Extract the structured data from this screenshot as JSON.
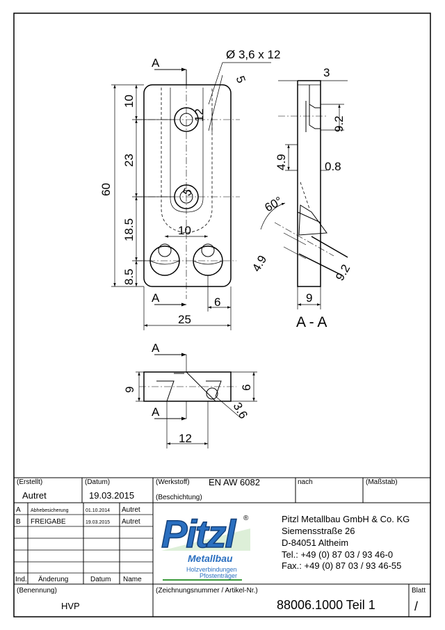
{
  "views": {
    "section_marker": "A",
    "section_label": "A - A",
    "front_dims": {
      "hole_spec": "Ø 3,6 x 12",
      "d5": "5",
      "d10": "10",
      "d12": "12",
      "d23": "23",
      "d60": "60",
      "d5_center": "5",
      "d18_5": "18.5",
      "d10_bottom": "10",
      "d8_5": "8.5",
      "d6": "6",
      "d25": "25"
    },
    "section_dims": {
      "d3": "3",
      "d9_2_top": "9.2",
      "d4_9_top": "4.9",
      "d0_8": "0.8",
      "angle": "60°",
      "d4_9_bottom": "4.9",
      "d9_2_bottom": "9.2",
      "d9": "9"
    },
    "top_dims": {
      "d9": "9",
      "d6": "6",
      "d3_6": "3.6",
      "d12": "12"
    }
  },
  "title_block": {
    "created_label": "(Erstellt)",
    "created_value": "Autret",
    "date_label": "(Datum)",
    "date_value": "19.03.2015",
    "material_label": "(Werkstoff)",
    "material_value": "EN AW 6082",
    "coating_label": "(Beschichtung)",
    "nach_label": "nach",
    "scale_label": "(Maßstab)",
    "revisions": [
      {
        "ind": "A",
        "change": "Abhebesicherung",
        "date": "01.10.2014",
        "name": "Autret"
      },
      {
        "ind": "B",
        "change": "FREIGABE",
        "date": "19.03.2015",
        "name": "Autret"
      }
    ],
    "rev_header": {
      "ind": "Ind.",
      "change": "Änderung",
      "date": "Datum",
      "name": "Name"
    },
    "logo": {
      "brand": "Pitzl",
      "registered": "®",
      "sub1": "Metallbau",
      "sub2": "Holzverbindungen",
      "sub3": "Pfostenträger",
      "color": "#2a6fc0"
    },
    "company": {
      "name": "Pitzl Metallbau GmbH & Co. KG",
      "street": "Siemensstraße 26",
      "city": "D-84051 Altheim",
      "tel": "Tel.:  +49 (0) 87 03 / 93 46-0",
      "fax": "Fax.: +49 (0) 87 03 / 93 46-55"
    },
    "name_label": "(Benennung)",
    "name_value": "HVP",
    "drawing_no_label": "(Zeichnungsnummer / Artikel-Nr.)",
    "drawing_no_value": "88006.1000 Teil 1",
    "sheet_label": "Blatt",
    "sheet_value": "/"
  }
}
